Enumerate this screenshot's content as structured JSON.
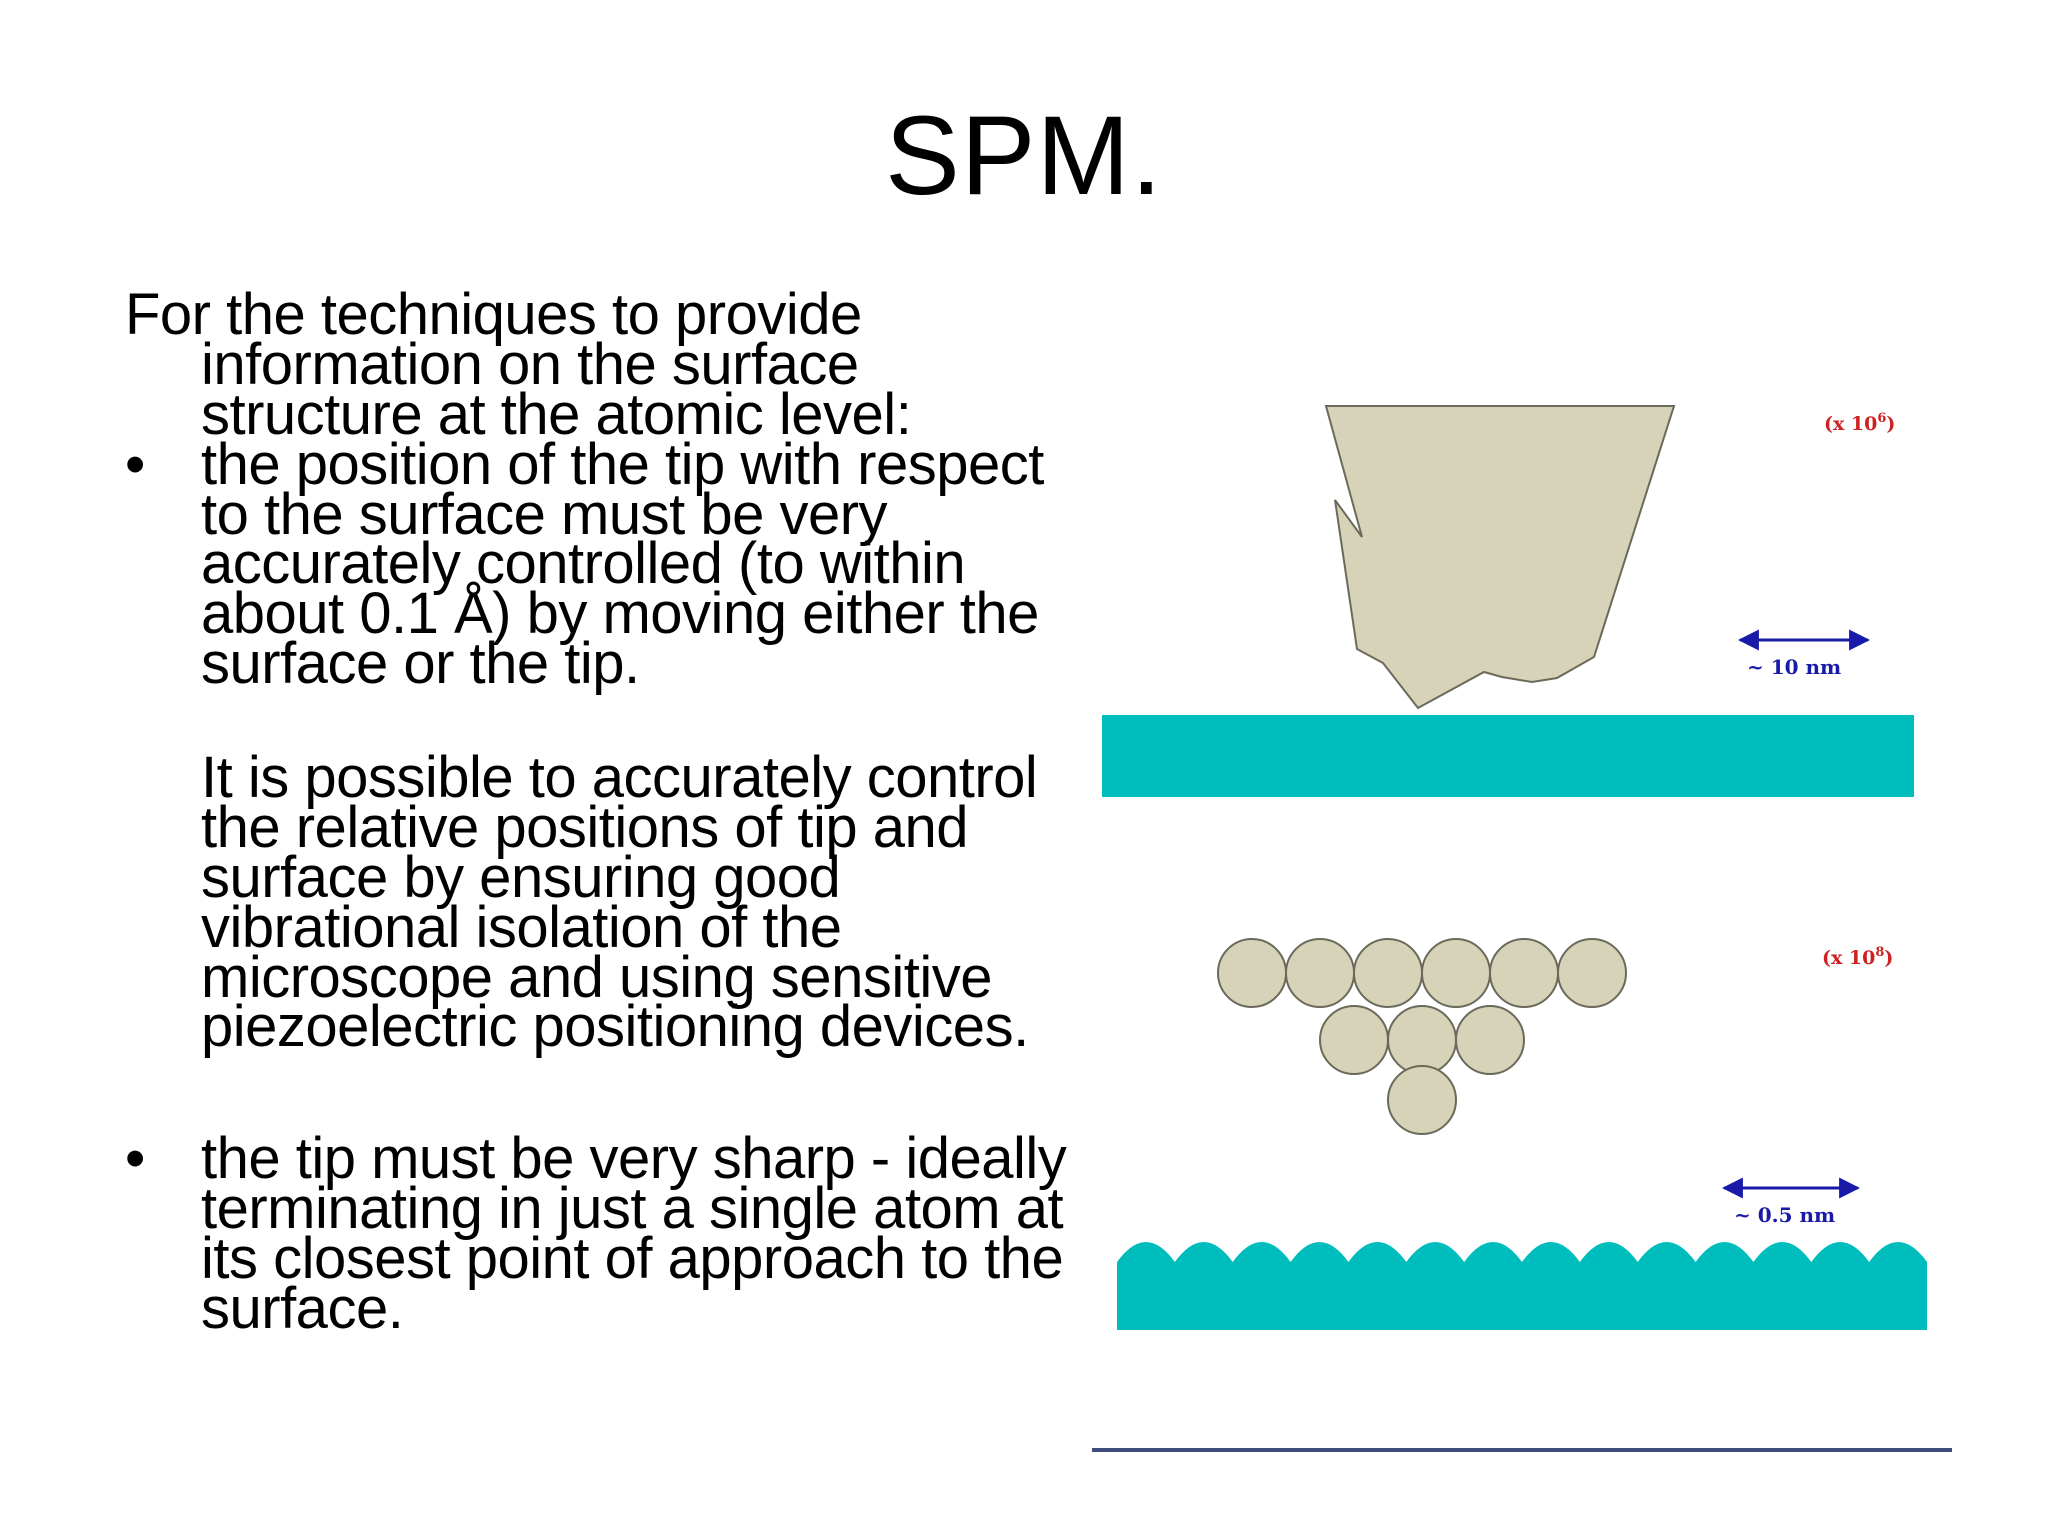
{
  "slide": {
    "title": "SPM.",
    "intro": "For the techniques to provide information on the surface structure at the atomic level:",
    "bullets": [
      {
        "marker": "•",
        "text": "the position of the tip with respect to the surface must be very accurately controlled (to within about 0.1 Å) by moving either the surface or the tip."
      },
      {
        "marker": "•",
        "text": "the tip must be very sharp - ideally terminating in just a single atom at its closest point of approach to the surface."
      }
    ],
    "continuation": "It is possible to accurately control the relative positions of tip and surface by ensuring good vibrational isolation of the microscope and using sensitive piezoelectric positioning devices."
  },
  "figure": {
    "top_panel": {
      "magnification": "(x 10",
      "magnification_exp": "6",
      "magnification_close": ")",
      "scale_label": "~ 10   nm"
    },
    "bottom_panel": {
      "magnification": "(x 10",
      "magnification_exp": "8",
      "magnification_close": ")",
      "scale_label": "~ 0.5  nm"
    },
    "colors": {
      "tip": "#d6d3b8",
      "tip_outline": "#6b6a5a",
      "surface": "#00bdbd",
      "arrow": "#1a1aa8",
      "magnification": "#cc2222",
      "rule": "#3d4f7a"
    }
  }
}
